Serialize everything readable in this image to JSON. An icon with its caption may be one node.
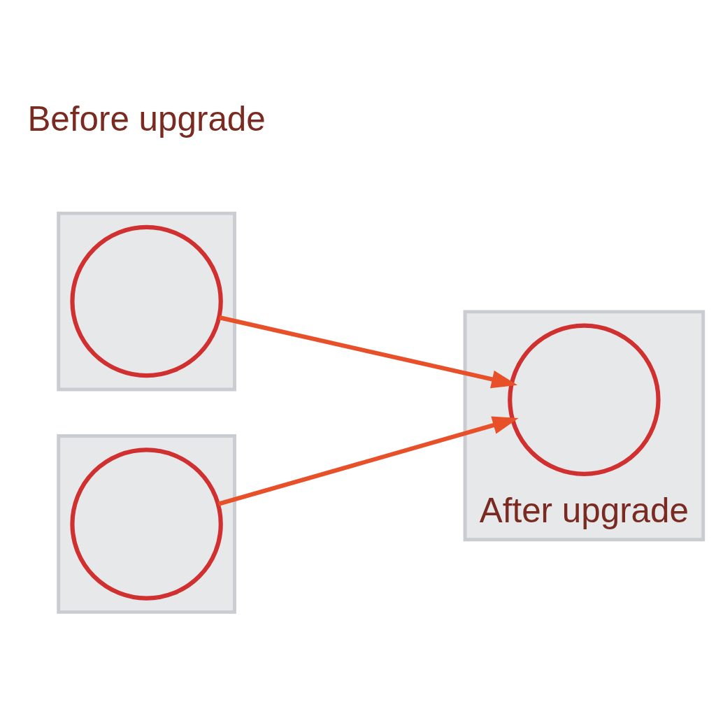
{
  "diagram": {
    "nodes": [
      {
        "text": [],
        "shape": "picture"
      },
      {
        "text": [],
        "shape": "circle",
        "in": 0
      },
      {
        "text": [],
        "shape": "picture"
      },
      {
        "text": [],
        "shape": "circle",
        "in": 2
      },
      {
        "text": [],
        "shape": "picture",
        "beside": [
          "After upgrade"
        ]
      },
      {
        "text": [],
        "shape": "circle",
        "in": 4
      }
    ],
    "edges": [
      {
        "from": 1,
        "to": 5,
        "arrow": "to",
        "color": "#e8502a"
      },
      {
        "from": 3,
        "to": 5,
        "arrow": "to",
        "color": "#e8502a"
      }
    ],
    "labels": [
      "Before upgrade"
    ]
  }
}
